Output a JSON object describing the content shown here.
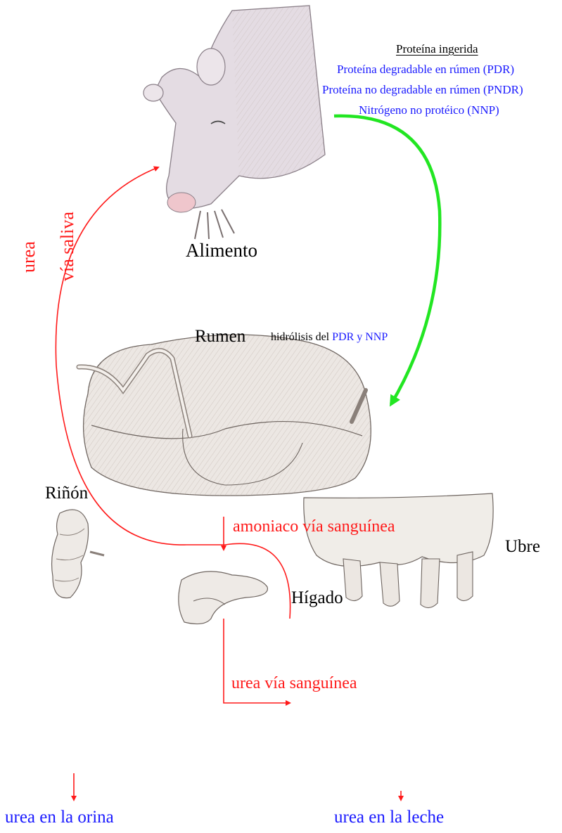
{
  "protein_box": {
    "heading": "Proteína ingerida",
    "items": [
      "Proteína degradable en rúmen (PDR)",
      "Proteína no degradable en rúmen (PNDR)",
      "Nitrógeno no protéico (NNP)"
    ]
  },
  "organs": {
    "alimento": "Alimento",
    "rumen": "Rumen",
    "higado": "Hígado",
    "rinon": "Riñón",
    "ubre": "Ubre"
  },
  "hydrolysis": {
    "prefix": "hidrólisis del",
    "suffix": "PDR y NNP"
  },
  "flows": {
    "saliva_urea": "urea",
    "saliva_via": "vía saliva",
    "amoniaco": "amoniaco vía sanguínea",
    "urea_sangre": "urea vía sanguínea",
    "urea_orina": "urea en la orina",
    "urea_leche": "urea en la leche"
  },
  "colors": {
    "red": "#ff1a1a",
    "blue": "#1a1aff",
    "green": "#22e622"
  }
}
